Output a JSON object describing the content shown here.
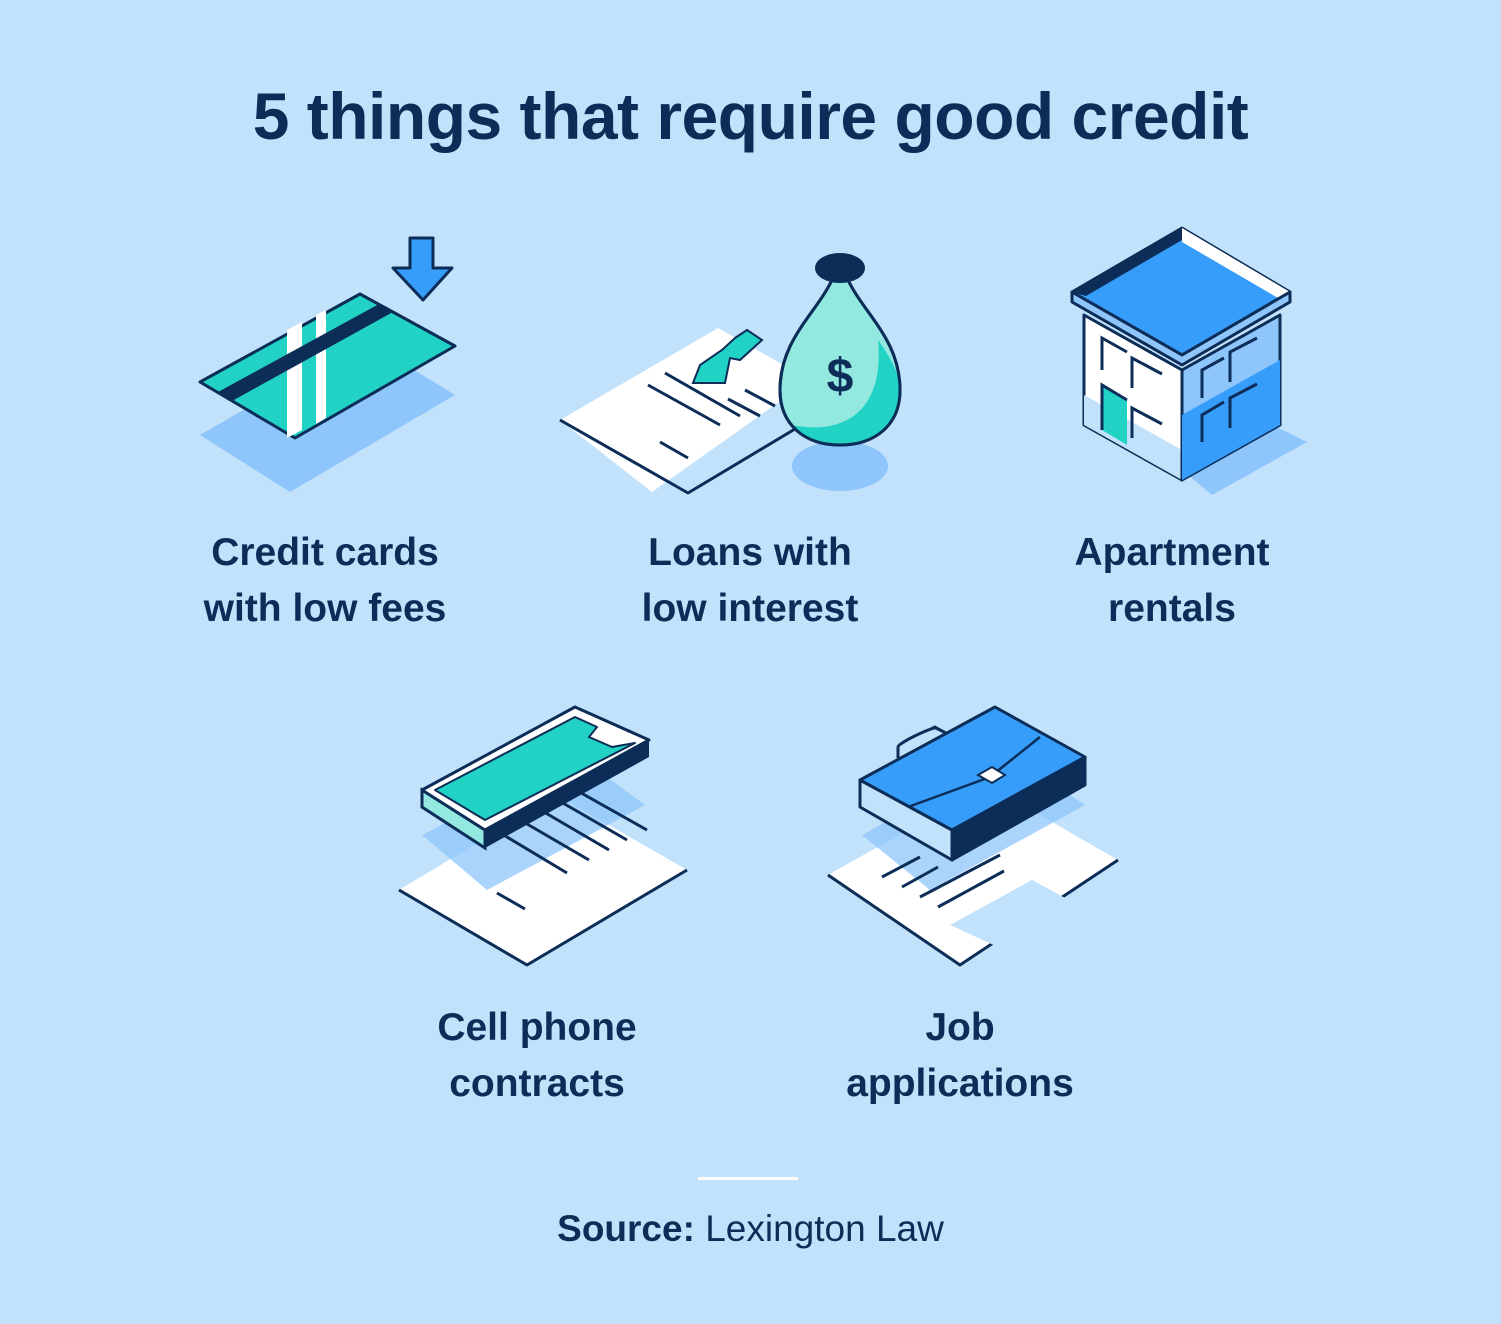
{
  "title": "5 things that require good credit",
  "items": [
    {
      "icon": "credit-card-icon",
      "line1": "Credit cards",
      "line2": "with low fees"
    },
    {
      "icon": "money-bag-loan-icon",
      "line1": "Loans with",
      "line2": "low interest"
    },
    {
      "icon": "apartment-building-icon",
      "line1": "Apartment",
      "line2": "rentals"
    },
    {
      "icon": "cell-phone-contract-icon",
      "line1": "Cell phone",
      "line2": "contracts"
    },
    {
      "icon": "briefcase-application-icon",
      "line1": "Job",
      "line2": "applications"
    }
  ],
  "source": {
    "label": "Source:",
    "value": "Lexington Law"
  },
  "colors": {
    "background": "#c2e2fc",
    "navy": "#0c2d57",
    "teal": "#22d3c5",
    "light_teal": "#93e8df",
    "blue": "#379dfb",
    "shadow_blue": "#8ec5fb",
    "white": "#ffffff"
  }
}
